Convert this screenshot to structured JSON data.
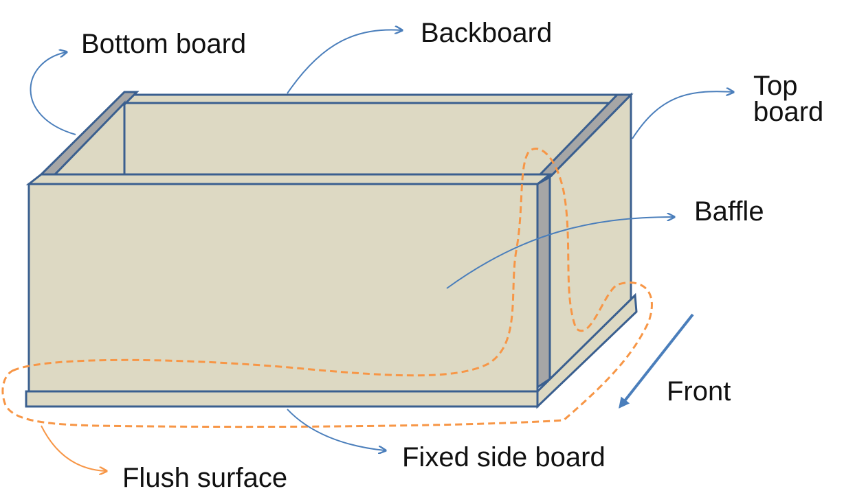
{
  "labels": {
    "bottom_board": "Bottom board",
    "backboard": "Backboard",
    "top_board_line1": "Top",
    "top_board_line2": "board",
    "baffle": "Baffle",
    "front": "Front",
    "fixed_side_board": "Fixed side board",
    "flush_surface": "Flush surface"
  },
  "colors": {
    "board_fill": "#ddd9c3",
    "board_edge": "#a6a6a6",
    "outline": "#3a5f8f",
    "arrow_blue": "#4a7ebb",
    "highlight_orange": "#f79646"
  }
}
